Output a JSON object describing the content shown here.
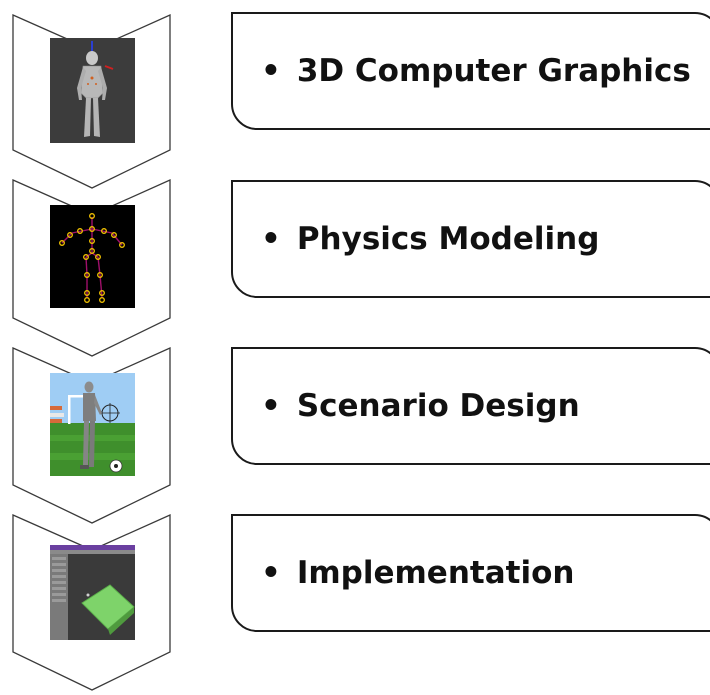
{
  "steps": [
    {
      "label": "3D Computer Graphics",
      "image": "3d-character-model-thumbnail"
    },
    {
      "label": "Physics Modeling",
      "image": "skeleton-joints-thumbnail"
    },
    {
      "label": "Scenario Design",
      "image": "soccer-scenario-thumbnail"
    },
    {
      "label": "Implementation",
      "image": "editor-software-thumbnail"
    }
  ],
  "colors": {
    "outline": "#1a1a1a",
    "skeleton_joint": "#f5c400",
    "skeleton_bone": "#a0106a",
    "field_green": "#3f8f2c",
    "sky_blue": "#8fc3f0",
    "editor_purple": "#6a3fa0"
  }
}
